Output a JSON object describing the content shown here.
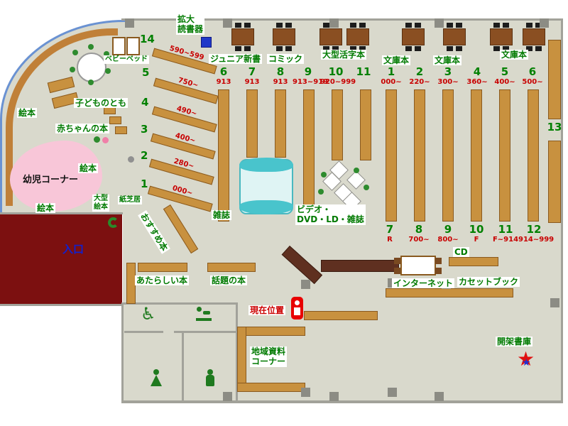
{
  "colors": {
    "floor": "#d9d9cc",
    "shelf_brown": "#c8913f",
    "counter_brown": "#5f3020",
    "entrance_wall": "#7c1010",
    "label_green": "#007a00",
    "range_red": "#c80000",
    "entrance_blue": "#1020d0",
    "window_blue": "#6a92d2",
    "magazine_teal": "#49c4cc",
    "infant_pink": "#f8c6d8"
  },
  "kids": {
    "baby_bed": "ベビーベッド",
    "kodomo_no_tomo": "子どものとも",
    "akachan_book": "赤ちゃんの本",
    "yoji_corner": "幼児コーナー",
    "ehon_wall": "絵本",
    "ehon_mid": "絵本",
    "ehon_low": "絵本",
    "ogata_ehon": "大型\n絵本",
    "kamishibai": "紙芝居",
    "osusume": "おすすめ本"
  },
  "diagonal_shelves": [
    {
      "num": "14",
      "range": "590~599"
    },
    {
      "num": "5",
      "range": "750~"
    },
    {
      "num": "4",
      "range": "490~"
    },
    {
      "num": "3",
      "range": "400~"
    },
    {
      "num": "2",
      "range": "280~"
    },
    {
      "num": "1",
      "range": "000~"
    }
  ],
  "top": {
    "kakudai_dokushoki": "拡大\n読書器",
    "junior_shinsho": "ジュニア新書",
    "comic": "コミック",
    "ogata_katsuji": "大型活字本",
    "bunko_a": "文庫本",
    "bunko_b": "文庫本",
    "bunko_c": "文庫本"
  },
  "upper_columns": [
    {
      "num": "6",
      "range": "913"
    },
    {
      "num": "7",
      "range": "913"
    },
    {
      "num": "8",
      "range": "913"
    },
    {
      "num": "9",
      "range": "913~919"
    },
    {
      "num": "10",
      "range": "920~999"
    },
    {
      "num": "11",
      "range": ""
    },
    {
      "num": "1",
      "range": "000~"
    },
    {
      "num": "2",
      "range": "220~"
    },
    {
      "num": "3",
      "range": "300~"
    },
    {
      "num": "4",
      "range": "360~"
    },
    {
      "num": "5",
      "range": "400~"
    },
    {
      "num": "6",
      "range": "500~"
    }
  ],
  "lower_columns": [
    {
      "num": "7",
      "range": "R"
    },
    {
      "num": "8",
      "range": "700~"
    },
    {
      "num": "9",
      "range": "800~"
    },
    {
      "num": "10",
      "range": "F"
    },
    {
      "num": "11",
      "range": "F~914"
    },
    {
      "num": "12",
      "range": "914~999"
    }
  ],
  "right_shelf_label": "13",
  "center": {
    "zasshi": "雑誌",
    "video_corner": "ビデオ・\nDVD・LD・雑誌"
  },
  "south": {
    "atarashii_hon": "あたらしい本",
    "wadai_no_hon": "話題の本",
    "genzai_ichi": "現在位置",
    "internet": "インターネット",
    "cd": "CD",
    "cassette_book": "カセットブック",
    "chiiki_shiryo": "地域資料\nコーナー",
    "kaika_shoko": "開架書庫",
    "entrance": "入口"
  }
}
